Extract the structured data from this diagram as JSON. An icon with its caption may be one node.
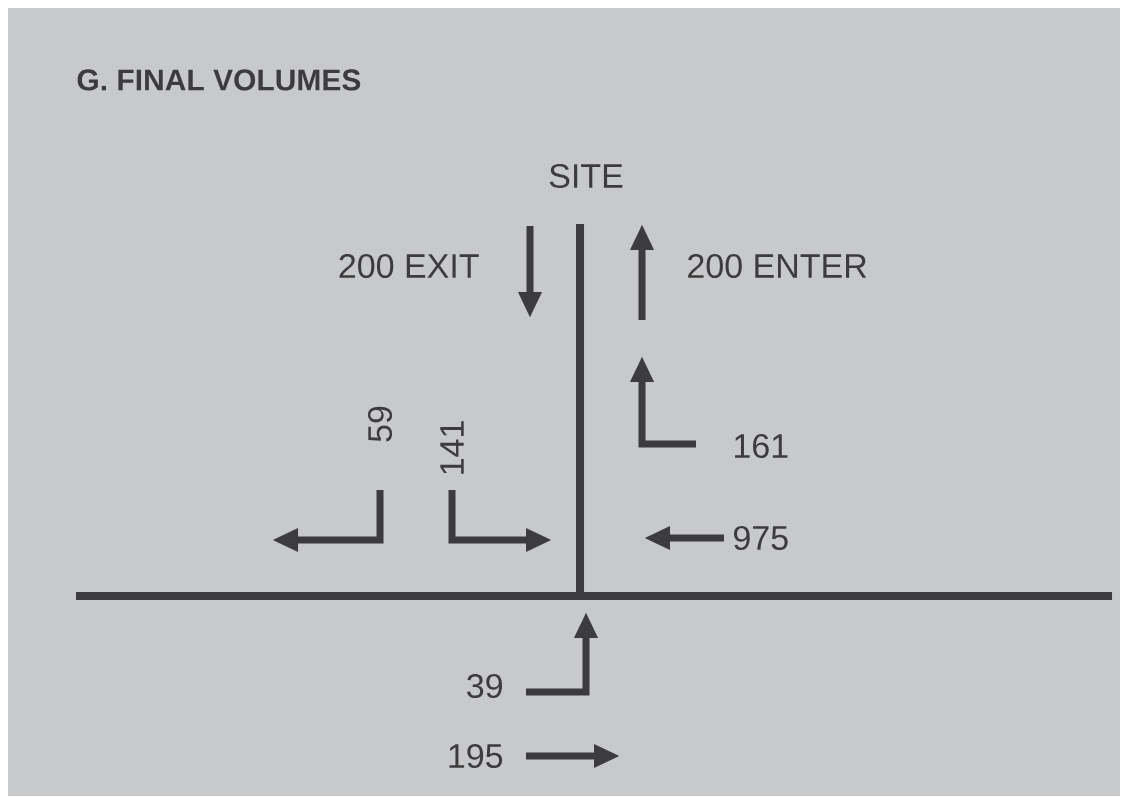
{
  "diagram": {
    "title": "G. FINAL VOLUMES",
    "labels": [
      "SITE",
      "200 EXIT",
      "200 ENTER",
      "59",
      "141",
      "161",
      "975",
      "39",
      "195"
    ]
  }
}
